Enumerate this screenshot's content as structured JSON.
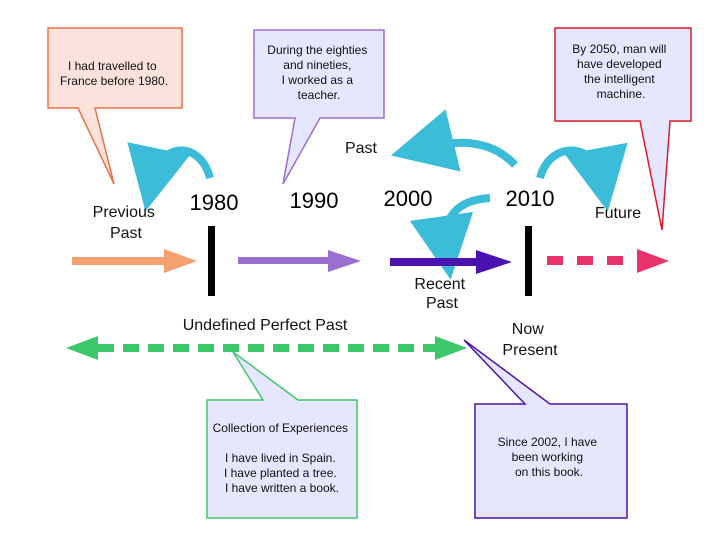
{
  "callouts": {
    "france": [
      "I had travelled to",
      "France before 1980."
    ],
    "eighties": [
      "During the eighties",
      "and nineties,",
      "I worked as a",
      "teacher."
    ],
    "future_machine": [
      "By 2050, man will",
      "have developed",
      "the intelligent",
      "machine."
    ],
    "experiences": [
      "Collection of Experiences",
      "",
      "I have lived in Spain.",
      "I have planted a tree.",
      "I have written a book."
    ],
    "book": [
      "Since 2002, I have",
      "been working",
      "on this book."
    ]
  },
  "years": {
    "y1980": "1980",
    "y1990": "1990",
    "y2000": "2000",
    "y2010": "2010"
  },
  "labels": {
    "previous_past": [
      "Previous",
      "Past"
    ],
    "past": "Past",
    "future": "Future",
    "recent_past": [
      "Recent",
      "Past"
    ],
    "undefined_perfect_past": "Undefined Perfect Past",
    "now_present": [
      "Now",
      "Present"
    ]
  },
  "colors": {
    "orange": "#f4a070",
    "orange_border": "#e8734a",
    "purple": "#9b6fd0",
    "dark_purple": "#4a12b0",
    "pink": "#e8336a",
    "green": "#3cc86a",
    "cyan": "#3bbcd8",
    "red": "#d81c2a",
    "callout_fill": "#e6e6ff"
  }
}
